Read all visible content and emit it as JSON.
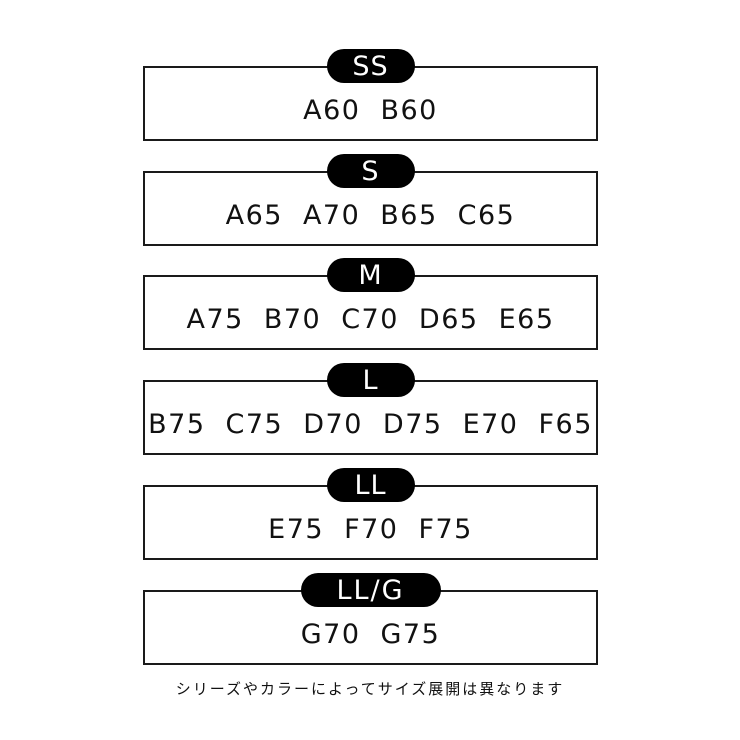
{
  "sizes": [
    {
      "label": "SS",
      "codes": [
        "A60",
        "B60"
      ]
    },
    {
      "label": "S",
      "codes": [
        "A65",
        "A70",
        "B65",
        "C65"
      ]
    },
    {
      "label": "M",
      "codes": [
        "A75",
        "B70",
        "C70",
        "D65",
        "E65"
      ]
    },
    {
      "label": "L",
      "codes": [
        "B75",
        "C75",
        "D70",
        "D75",
        "E70",
        "F65"
      ]
    },
    {
      "label": "LL",
      "codes": [
        "E75",
        "F70",
        "F75"
      ]
    },
    {
      "label": "LL/G",
      "codes": [
        "G70",
        "G75"
      ]
    }
  ],
  "footnote": "シリーズやカラーによってサイズ展開は異なります",
  "colors": {
    "pill_bg": "#000000",
    "pill_text": "#ffffff",
    "border": "#1a1a1a"
  }
}
